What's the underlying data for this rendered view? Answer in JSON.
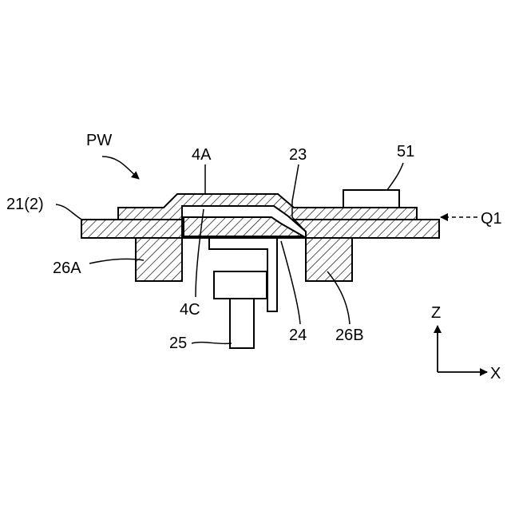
{
  "labels": {
    "pw": "PW",
    "part_4a": "4A",
    "part_23": "23",
    "part_51": "51",
    "board": "21(2)",
    "q1": "Q1",
    "part_26a": "26A",
    "part_4c": "4C",
    "part_24": "24",
    "part_26b": "26B",
    "part_25": "25"
  },
  "axes": {
    "z": "Z",
    "x": "X"
  }
}
